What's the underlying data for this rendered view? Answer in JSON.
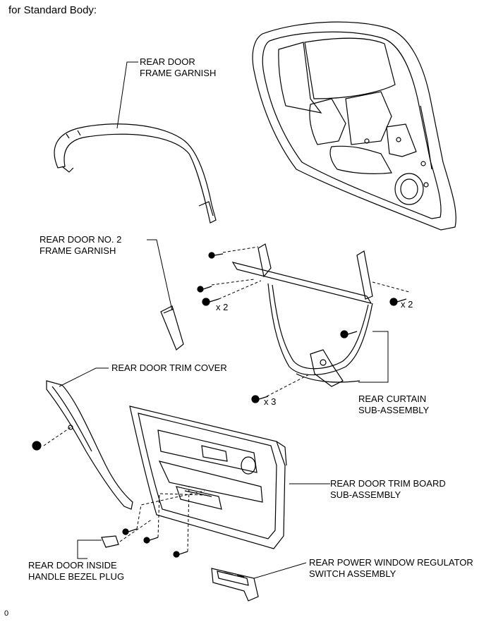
{
  "heading": "for Standard Body:",
  "footer_code": "0",
  "parts": {
    "frame_garnish": {
      "line1": "REAR DOOR",
      "line2": "FRAME GARNISH"
    },
    "no2_frame_garnish": {
      "line1": "REAR DOOR NO. 2",
      "line2": "FRAME GARNISH"
    },
    "trim_cover": {
      "line1": "REAR DOOR TRIM COVER"
    },
    "curtain": {
      "line1": "REAR CURTAIN",
      "line2": "SUB-ASSEMBLY"
    },
    "trim_board": {
      "line1": "REAR DOOR TRIM BOARD",
      "line2": "SUB-ASSEMBLY"
    },
    "bezel_plug": {
      "line1": "REAR DOOR INSIDE",
      "line2": "HANDLE BEZEL PLUG"
    },
    "window_switch": {
      "line1": "REAR POWER WINDOW REGULATOR",
      "line2": "SWITCH ASSEMBLY"
    }
  },
  "quantities": {
    "upper_left_screws": "x 2",
    "upper_right_screws": "x 2",
    "curtain_lower_screws": "x 3"
  }
}
